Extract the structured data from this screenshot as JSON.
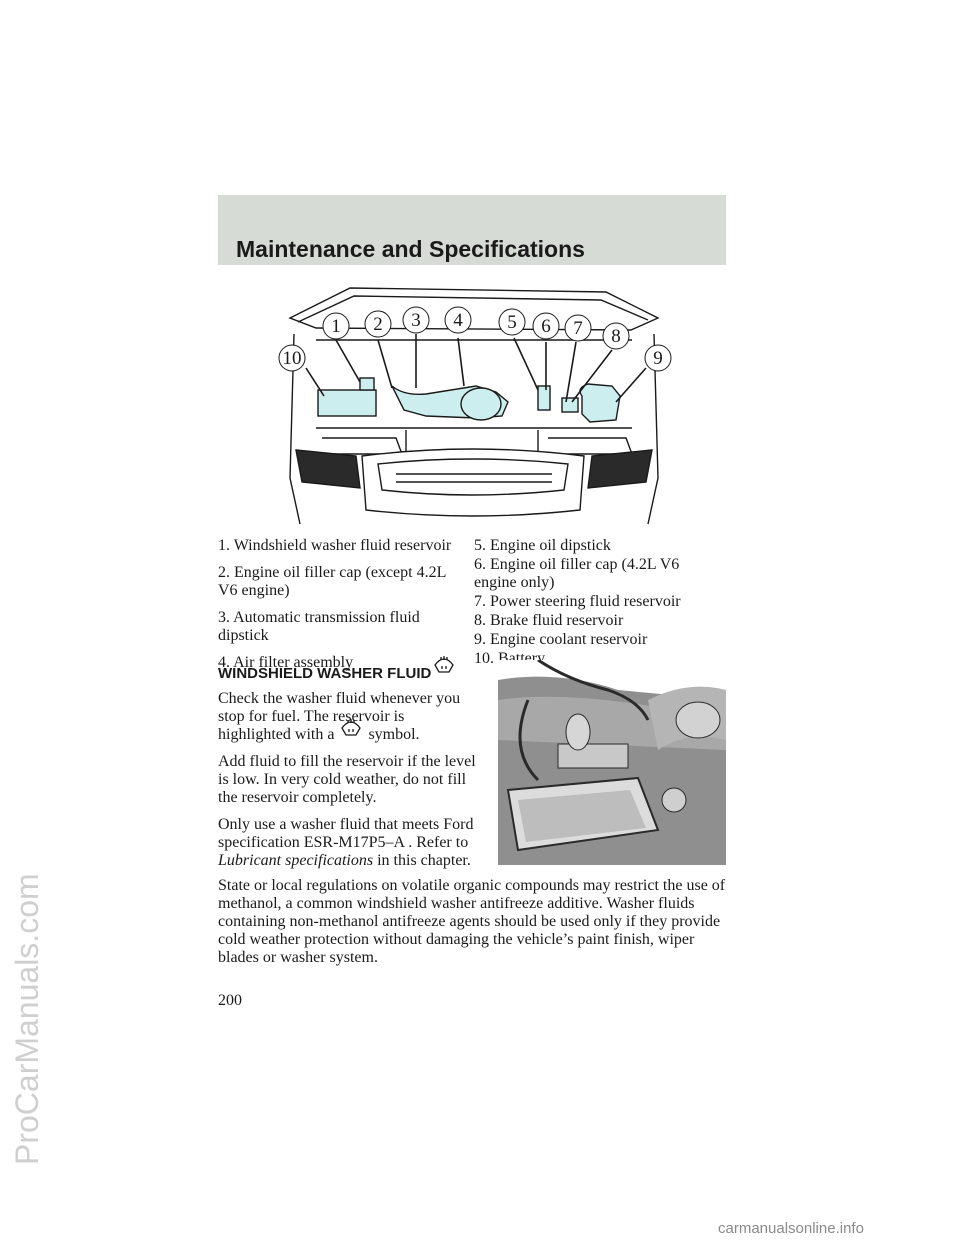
{
  "watermark": {
    "text": "ProCarManuals.com"
  },
  "header": {
    "section_title": "Maintenance and Specifications"
  },
  "figure": {
    "callouts": [
      "1",
      "2",
      "3",
      "4",
      "5",
      "6",
      "7",
      "8",
      "9",
      "10"
    ]
  },
  "legend": {
    "left": [
      "1. Windshield washer fluid reservoir",
      "2. Engine oil filler cap (except 4.2L V6 engine)",
      "3. Automatic transmission fluid dipstick",
      "4. Air filter assembly"
    ],
    "right": [
      "5. Engine oil dipstick",
      "6. Engine oil filler cap (4.2L V6 engine only)",
      "7. Power steering fluid reservoir",
      "8. Brake fluid reservoir",
      "9. Engine coolant reservoir",
      "10. Battery"
    ]
  },
  "washer_section": {
    "heading": "WINDSHIELD WASHER FLUID",
    "p1_before": "Check the washer fluid whenever you stop for fuel. The reservoir is highlighted with a",
    "p1_after": "symbol.",
    "p2": "Add fluid to fill the reservoir if the level is low. In very cold weather, do not fill the reservoir completely.",
    "p3_before": "Only use a washer fluid that meets Ford specification ESR-M17P5–A . Refer to",
    "p3_italic": "Lubricant specifications",
    "p3_after": "in this chapter.",
    "p4": "State or local regulations on volatile organic compounds may restrict the use of methanol, a common windshield washer antifreeze additive. Washer fluids containing non-methanol antifreeze agents should be used only if they provide cold weather protection without damaging the vehicle’s paint finish, wiper blades or washer system."
  },
  "page_number": "200",
  "footer_mark": "carmanualsonline.info",
  "colors": {
    "header_band": "#d6dbd6",
    "highlight": "#cdeeee",
    "text": "#1a1a1a"
  }
}
